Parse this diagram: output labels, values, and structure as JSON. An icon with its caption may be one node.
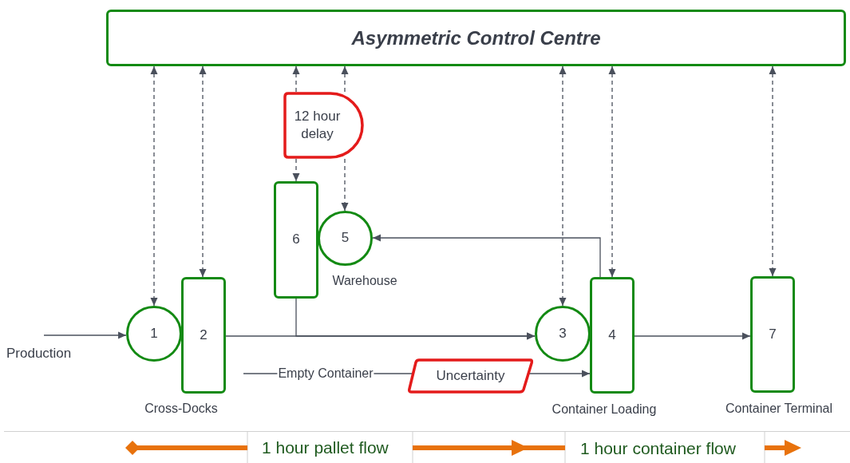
{
  "diagram": {
    "nodes": [
      {
        "text": [
          "Asymmetric Control Centre"
        ]
      },
      {
        "text": [
          "12 hour delay"
        ]
      },
      {
        "text": [
          "6"
        ]
      },
      {
        "text": [
          "5"
        ],
        "beside": [
          "Warehouse"
        ]
      },
      {
        "text": [
          "1"
        ]
      },
      {
        "text": [
          "2"
        ],
        "beside": [
          "Cross-Docks"
        ]
      },
      {
        "text": [
          "3"
        ]
      },
      {
        "text": [
          "4"
        ],
        "beside": [
          "Container Loading"
        ]
      },
      {
        "text": [
          "7"
        ],
        "beside": [
          "Container Terminal"
        ]
      },
      {
        "text": [
          "Production"
        ]
      },
      {
        "text": [
          "Uncertainty"
        ]
      }
    ],
    "edges": [
      {
        "from": 0,
        "to": 4,
        "arrow": "both",
        "style": "dashed"
      },
      {
        "from": 0,
        "to": 5,
        "arrow": "both",
        "style": "dashed"
      },
      {
        "from": 1,
        "to": 0,
        "arrow": "to",
        "style": "dashed"
      },
      {
        "from": 1,
        "to": 2,
        "arrow": "to",
        "style": "dashed"
      },
      {
        "from": 1,
        "to": 0,
        "arrow": "to",
        "style": "dashed"
      },
      {
        "from": 1,
        "to": 3,
        "arrow": "to",
        "style": "dashed"
      },
      {
        "from": 0,
        "to": 6,
        "arrow": "both",
        "style": "dashed"
      },
      {
        "from": 0,
        "to": 7,
        "arrow": "both",
        "style": "dashed"
      },
      {
        "from": 0,
        "to": 8,
        "arrow": "both",
        "style": "dashed"
      },
      {
        "from": 9,
        "to": 4,
        "arrow": "to"
      },
      {
        "from": 5,
        "to": 6,
        "arrow": "to"
      },
      {
        "from": 2,
        "to": 6,
        "arrow": "to"
      },
      {
        "from": 7,
        "to": 3,
        "arrow": "to"
      },
      {
        "from": 7,
        "to": 8,
        "arrow": "to"
      },
      {
        "from": null,
        "to": 10,
        "arrow": "none",
        "label": "Empty Container"
      },
      {
        "from": 10,
        "to": 7,
        "arrow": "to"
      }
    ],
    "labels": [
      "1 hour pallet flow",
      "1 hour container flow"
    ]
  }
}
